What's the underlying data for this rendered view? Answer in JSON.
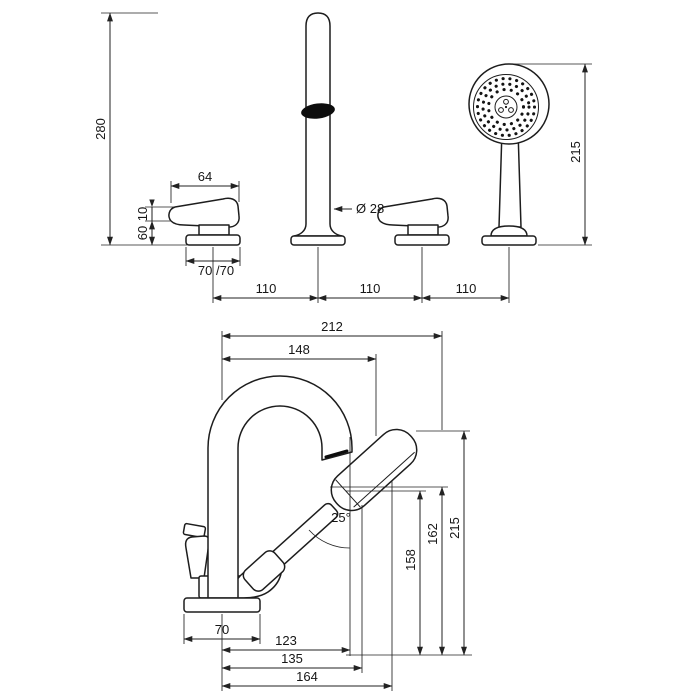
{
  "colors": {
    "ink": "#1d1d1d",
    "background": "#ffffff"
  },
  "front_view": {
    "dimensions": {
      "overall_height": "280",
      "lever_length": "64",
      "lever_thickness": "10",
      "lever_height": "60",
      "spout_diameter": "Ø 28",
      "escutcheon_size": "70 /70",
      "hole_spacing_1": "110",
      "hole_spacing_2": "110",
      "hole_spacing_3": "110",
      "handshower_height": "215"
    }
  },
  "side_view": {
    "dimensions": {
      "reach_overall": "212",
      "reach_spout": "148",
      "handshower_angle": "25°",
      "height_overall": "215",
      "height_outlet": "162",
      "height_holder": "158",
      "base_width": "70",
      "offset_1": "123",
      "offset_2": "135",
      "offset_3": "164"
    }
  }
}
